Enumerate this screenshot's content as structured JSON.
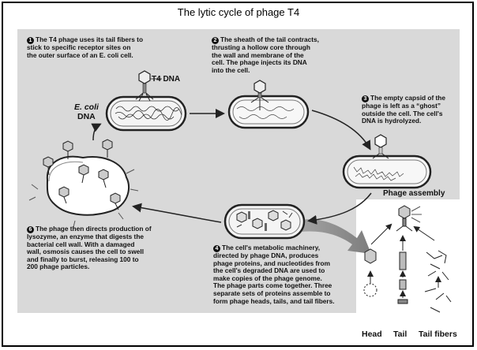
{
  "title": "The lytic cycle of phage T4",
  "labels": {
    "t4_dna": "T4 DNA",
    "ecoli_dna_1": "E. coli",
    "ecoli_dna_2": "DNA",
    "phage_assembly": "Phage assembly",
    "head": "Head",
    "tail": "Tail",
    "tail_fibers": "Tail fibers"
  },
  "steps": [
    {
      "num": "1",
      "lines": [
        "The T4 phage uses its tail fibers to",
        "stick to specific receptor sites on",
        "the outer surface of an E. coli cell."
      ]
    },
    {
      "num": "2",
      "lines": [
        "The sheath of the tail contracts,",
        "thrusting a hollow core through",
        "the wall and membrane of the",
        "cell. The phage injects its DNA",
        "into the cell."
      ]
    },
    {
      "num": "3",
      "lines": [
        "The empty capsid of the",
        "phage is left as a “ghost”",
        "outside the cell. The cell's",
        "DNA is hydrolyzed."
      ]
    },
    {
      "num": "4",
      "lines": [
        "The cell's metabolic machinery,",
        "directed by phage DNA, produces",
        "phage proteins, and nucleotides from",
        "the cell's degraded DNA are used to",
        "make copies of the phage genome.",
        "The phage parts come together. Three",
        "separate sets of proteins assemble to",
        "form phage heads, tails, and tail fibers."
      ]
    },
    {
      "num": "6",
      "lines": [
        "The phage then directs production of",
        "lysozyme, an enzyme that digests the",
        "bacterial cell wall. With a damaged",
        "wall, osmosis causes the cell to swell",
        "and finally to burst, releasing 100 to",
        "200 phage particles."
      ]
    }
  ]
}
